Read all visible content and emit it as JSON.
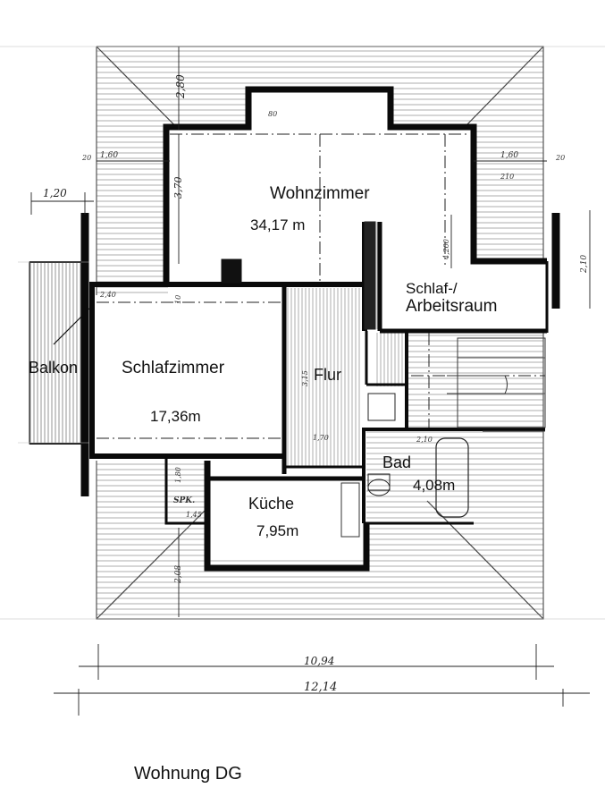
{
  "plan": {
    "caption": "Wohnung DG",
    "rooms": {
      "wohnzimmer": {
        "name": "Wohnzimmer",
        "area": "34,17 m"
      },
      "schlafzimmer": {
        "name": "Schlafzimmer",
        "area": "17,36m"
      },
      "arbeitsraum": {
        "line1": "Schlaf-/",
        "line2": "Arbeitsraum"
      },
      "balkon": {
        "name": "Balkon"
      },
      "flur": {
        "name": "Flur"
      },
      "bad": {
        "name": "Bad",
        "area": "4,08m"
      },
      "kueche": {
        "name": "Küche",
        "area": "7,95m"
      },
      "spk": {
        "name": "SPK."
      }
    },
    "dimensions": {
      "total_inner": "10,94",
      "total_outer": "12,14",
      "balkon_depth": "1,20",
      "top_depth": "2,80",
      "left_offset": "1,60",
      "right_offset": "1,60",
      "right_width": "210",
      "right_height": "2,10",
      "wohn_height": "3,70",
      "kitchen_depth": "2,08",
      "small_20_left": "20",
      "small_20_right": "20",
      "small_10": "10",
      "wohn_mid": "80",
      "schlaf_side": "2,40",
      "flur_width": "1,70",
      "flur_height": "3,15",
      "bad_h": "2,10",
      "spk_h": "1,80",
      "kueche_side": "1,45",
      "wall_2": "4,200"
    }
  }
}
